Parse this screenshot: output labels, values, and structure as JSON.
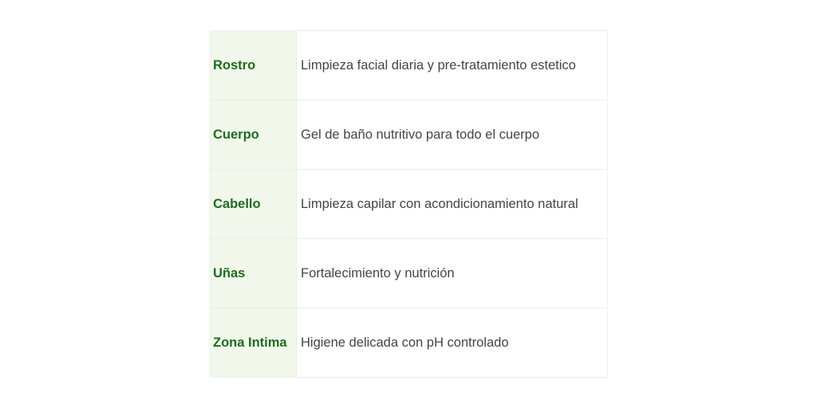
{
  "table": {
    "rows": [
      {
        "label": "Rostro",
        "description": "Limpieza facial diaria y pre-tratamiento estetico"
      },
      {
        "label": "Cuerpo",
        "description": "Gel de baño nutritivo para todo el cuerpo"
      },
      {
        "label": "Cabello",
        "description": "Limpieza capilar con acondicionamiento natural"
      },
      {
        "label": "Uñas",
        "description": "Fortalecimiento y nutrición"
      },
      {
        "label": "Zona Intima",
        "description": "Higiene delicada con pH controlado"
      }
    ],
    "colors": {
      "label_text": "#1f6b22",
      "label_bg": "#f1f7ea",
      "value_text": "#444444",
      "border": "#ededed"
    }
  }
}
